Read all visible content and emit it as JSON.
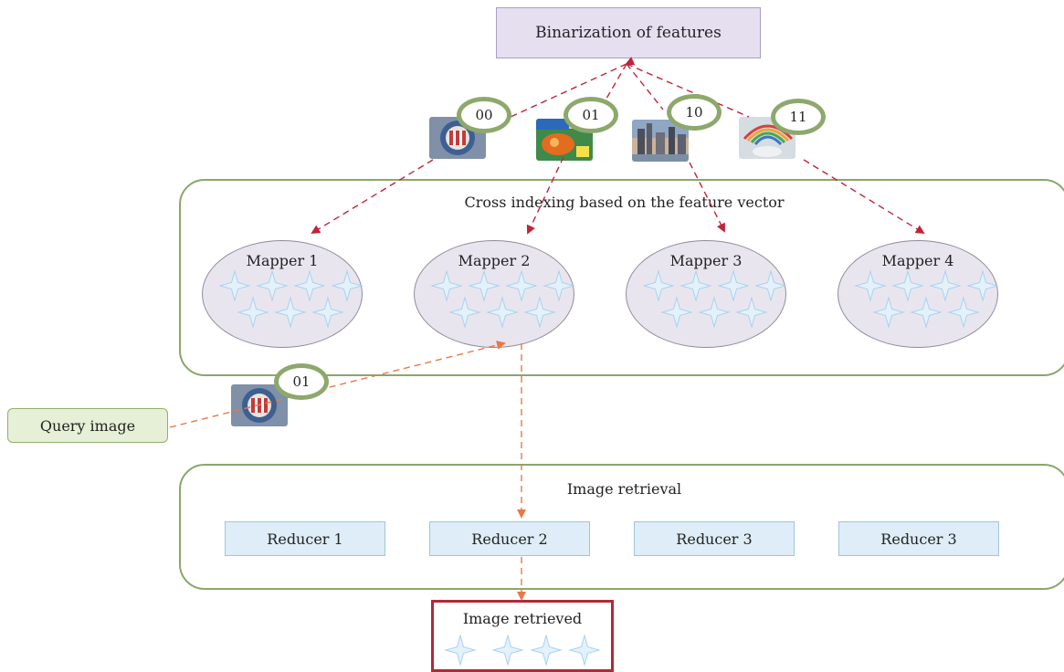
{
  "title_box": "Binarization of features",
  "codes": [
    "00",
    "01",
    "10",
    "11"
  ],
  "query_code": "01",
  "cross_panel_title": "Cross indexing based on the feature vector",
  "mappers": [
    "Mapper 1",
    "Mapper 2",
    "Mapper 3",
    "Mapper 4"
  ],
  "retrieval_panel_title": "Image retrieval",
  "reducers": [
    "Reducer 1",
    "Reducer 2",
    "Reducer 3",
    "Reducer 3"
  ],
  "query_label": "Query image",
  "retrieved_label": "Image retrieved",
  "colors": {
    "arrow_red": "#c0243a",
    "arrow_orange": "#e8784a",
    "panel_border": "#8aa66a",
    "star": "#a9d2ee"
  }
}
